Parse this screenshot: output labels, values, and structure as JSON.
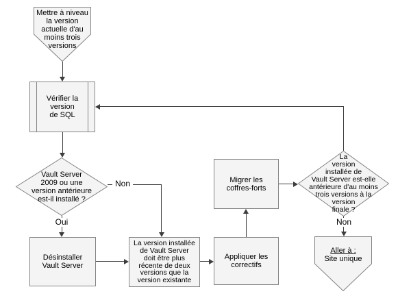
{
  "diagram": {
    "title_hint": "Flowchart - mise à niveau Vault Server",
    "colors": {
      "background": "#ffffff",
      "shape_fill": "#f4f4f4",
      "shape_border": "#848484",
      "line": "#3d3d3d",
      "text": "#000000"
    },
    "nodes": {
      "start": {
        "type": "off-page-connector-down",
        "lines": [
          "Mettre à niveau",
          "la version",
          "actuelle d'au",
          "moins trois",
          "versions"
        ]
      },
      "verify_sql": {
        "type": "predefined-process",
        "lines": [
          "Vérifier la",
          "version",
          "de SQL"
        ]
      },
      "decision_vault_2009": {
        "type": "decision",
        "lines": [
          "Vault Server",
          "2009 ou une",
          "version antérieure",
          "est-il installé ?"
        ]
      },
      "uninstall": {
        "type": "process",
        "lines": [
          "Désinstaller",
          "Vault Server"
        ]
      },
      "version_requirement": {
        "type": "process",
        "lines": [
          "La version installée",
          "de Vault Server",
          "doit être plus",
          "récente de deux",
          "versions que la",
          "version existante"
        ]
      },
      "apply_patches": {
        "type": "process",
        "lines": [
          "Appliquer les",
          "correctifs"
        ]
      },
      "migrate_vaults": {
        "type": "process",
        "lines": [
          "Migrer les",
          "coffres-forts"
        ]
      },
      "decision_three_versions": {
        "type": "decision",
        "lines": [
          "La",
          "version",
          "installée de",
          "Vault Server est-elle",
          "antérieure d'au moins",
          "trois versions à la",
          "version",
          "finale ?"
        ]
      },
      "goto_single_site": {
        "type": "off-page-connector-down",
        "title": "Aller à :",
        "subtitle": "Site unique"
      }
    },
    "edge_labels": {
      "oui": "Oui",
      "non_left": "Non",
      "non_right": "Non"
    }
  }
}
